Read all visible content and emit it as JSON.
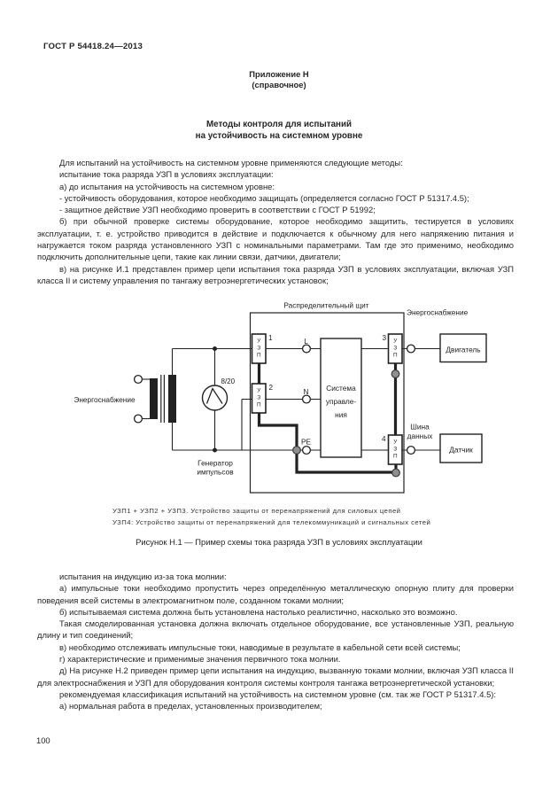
{
  "page": {
    "doc_code": "ГОСТ Р 54418.24—2013",
    "annex": "Приложение Н",
    "annex_note": "(справочное)",
    "title_line1": "Методы контроля для испытаний",
    "title_line2": "на устойчивость на системном уровне",
    "page_number": "100"
  },
  "body_top": {
    "paragraphs": [
      "Для испытаний на устойчивость на системном уровне применяются следующие методы:",
      "испытание тока разряда УЗП в условиях эксплуатации:",
      "а) до испытания на устойчивость на системном уровне:",
      "- устойчивость оборудования, которое необходимо защищать (определяется согласно ГОСТ Р 51317.4.5);",
      "- защитное действие УЗП необходимо проверить в соответствии с ГОСТ Р 51992;",
      "б) при обычной проверке системы оборудование, которое необходимо защитить, тестируется в условиях эксплуатации, т. е. устройство приводится в действие и подключается к обычному для него напряжению питания и нагружается током разряда установленного УЗП с номинальными параметрами. Там где это применимо, необходимо подключить дополнительные цепи, такие как линии связи, датчики, двигатели;",
      "в) на рисунке И.1 представлен пример цепи испытания тока разряда УЗП в условиях эксплуатации, включая УЗП класса II и систему управления по тангажу ветроэнергетических установок;"
    ]
  },
  "figure": {
    "labels": {
      "board": "Распределительный щит",
      "power_right": "Энергоснабжение",
      "power_left": "Энергоснабжение",
      "motor": "Двигатель",
      "sensor": "Датчик",
      "data_bus_line1": "Шина",
      "data_bus_line2": "данных",
      "control_line1": "Система",
      "control_line2": "управле-",
      "control_line3": "ния",
      "generator_line1": "Генератор",
      "generator_line2": "импульсов",
      "impulse": "8/20",
      "wire_l": "L",
      "wire_n": "N",
      "wire_pe": "PE",
      "uzp1_no": "1",
      "uzp2_no": "2",
      "uzp3_no": "3",
      "uzp4_no": "4",
      "uzp_char1": "У",
      "uzp_char2": "З",
      "uzp_char3": "П"
    },
    "caption_line1": "УЗП1 + УЗП2 + УЗП3. Устройство защиты от перенапряжений для силовых цепей",
    "caption_line2": "УЗП4: Устройство защиты от перенапряжений для телекоммуникаций и сигнальных сетей",
    "caption_title": "Рисунок Н.1 — Пример схемы тока разряда УЗП в условиях эксплуатации"
  },
  "body_bottom": {
    "paragraphs": [
      "испытания на индукцию из-за тока молнии:",
      "а) импульсные токи необходимо пропустить через определённую металлическую опорную плиту для проверки поведения всей системы в электромагнитном поле, созданном токами молнии;",
      "б) испытываемая система должна быть установлена настолько реалистично, насколько это возможно.",
      "Такая смоделированная установка должна включать отдельное оборудование, все установленные УЗП, реальную длину и тип соединений;",
      "в) необходимо отслеживать импульсные токи, наводимые в результате в кабельной сети всей системы;",
      "г) характеристические и применимые значения первичного тока молнии.",
      "д) На рисунке Н.2 приведен пример цепи испытания на индукцию, вызванную токами молнии, включая УЗП класса II для электроснабжения и УЗП для оборудования контроля системы контроля тангажа ветроэнергетической установки;",
      "рекомендуемая классификация испытаний на устойчивость на системном уровне (см. так же ГОСТ Р 51317.4.5):",
      "а) нормальная работа в пределах, установленных производителем;"
    ]
  },
  "colors": {
    "text": "#262626",
    "line": "#222222",
    "junction_gray": "#8f8f8f"
  }
}
